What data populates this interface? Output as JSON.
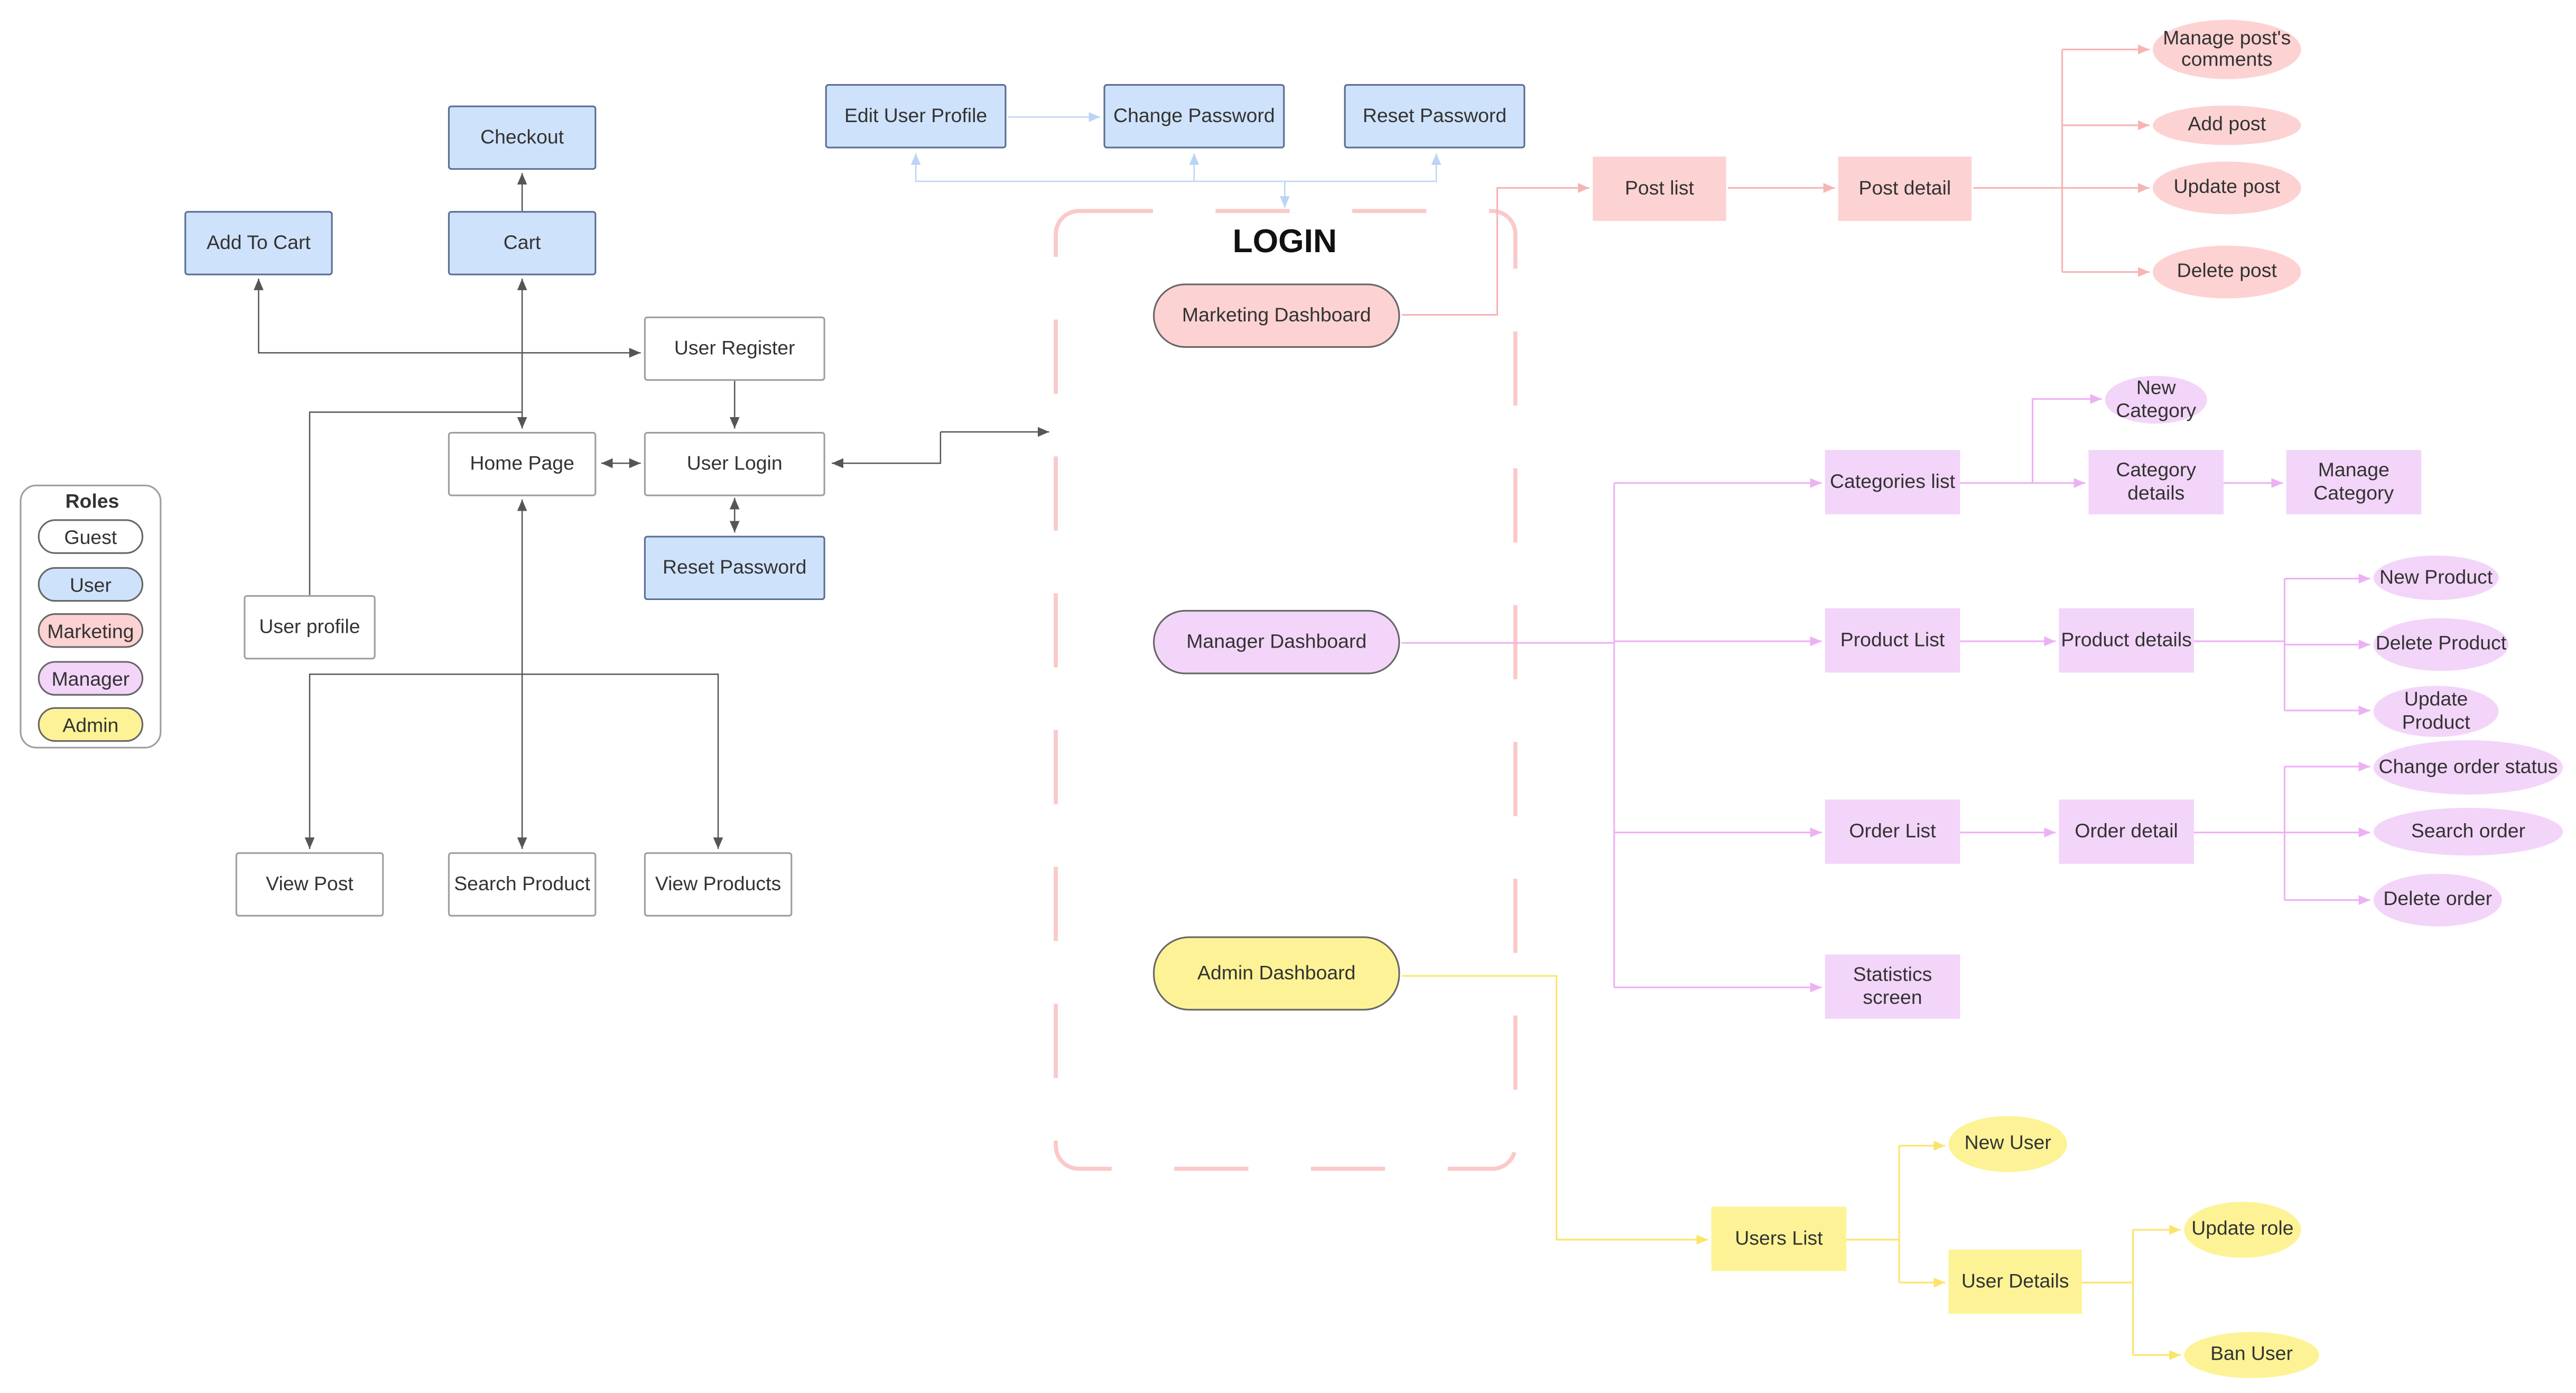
{
  "legend": {
    "title": "Roles",
    "items": [
      "Guest",
      "User",
      "Marketing",
      "Manager",
      "Admin"
    ],
    "colors": {
      "Guest": "#ffffff",
      "User": "#cfe2fc",
      "Marketing": "#fdd2d2",
      "Manager": "#f3d5f9",
      "Admin": "#fdf396"
    }
  },
  "login": {
    "title": "LOGIN"
  },
  "guest_nodes": {
    "user_register": "User Register",
    "home_page": "Home Page",
    "user_login": "User Login",
    "user_profile": "User profile",
    "view_post": "View Post",
    "search_product": "Search Product",
    "view_products": "View Products"
  },
  "user_nodes": {
    "checkout": "Checkout",
    "add_to_cart": "Add To Cart",
    "cart": "Cart",
    "reset_password_low": "Reset Password",
    "edit_user_profile": "Edit User Profile",
    "change_password": "Change Password",
    "reset_password_top": "Reset Password"
  },
  "dashboards": {
    "marketing": "Marketing Dashboard",
    "manager": "Manager Dashboard",
    "admin": "Admin Dashboard"
  },
  "marketing_nodes": {
    "post_list": "Post list",
    "post_detail": "Post detail",
    "manage_comments": "Manage post's comments",
    "add_post": "Add post",
    "update_post": "Update post",
    "delete_post": "Delete post"
  },
  "manager_nodes": {
    "categories_list": "Categories list",
    "new_category": "New Category",
    "category_details": "Category details",
    "manage_category": "Manage Category",
    "product_list": "Product List",
    "product_details": "Product details",
    "new_product": "New Product",
    "delete_product": "Delete Product",
    "update_product": "Update Product",
    "order_list": "Order List",
    "order_detail": "Order detail",
    "change_order_status": "Change order status",
    "search_order": "Search order",
    "delete_order": "Delete order",
    "statistics_screen": "Statistics screen"
  },
  "admin_nodes": {
    "users_list": "Users List",
    "new_user": "New User",
    "user_details": "User Details",
    "update_role": "Update role",
    "ban_user": "Ban User"
  },
  "colors": {
    "guest_edge": "#555555",
    "user_edge": "#bcd4f5",
    "marketing_edge": "#f8b4b4",
    "manager_edge": "#eeb0f5",
    "admin_edge": "#fbe46a"
  }
}
